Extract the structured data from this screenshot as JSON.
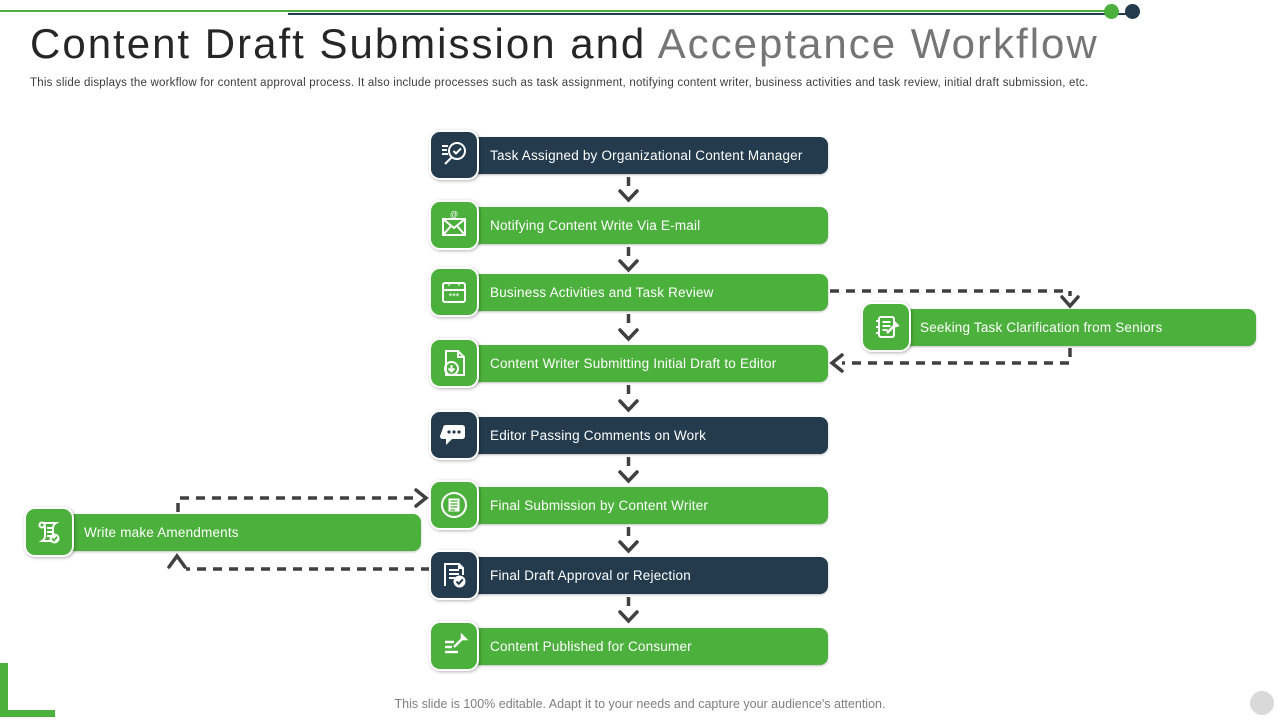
{
  "slide": {
    "title_primary": "Content Draft Submission and ",
    "title_secondary": "Acceptance Workflow",
    "subtitle": "This slide displays the workflow for content approval process. It also include processes such as task assignment, notifying content writer, business activities and task review, initial draft submission, etc.",
    "footer": "This slide is 100% editable. Adapt it to your needs and capture your audience's attention."
  },
  "colors": {
    "green": "#4CB13C",
    "navy": "#233B4D",
    "connector": "#404040",
    "title_primary": "#262626",
    "title_secondary": "#757575"
  },
  "flow": {
    "main": [
      {
        "label": "Task Assigned by Organizational Content Manager",
        "color": "navy",
        "icon": "task-search-icon"
      },
      {
        "label": "Notifying Content Write Via E-mail",
        "color": "green",
        "icon": "email-icon"
      },
      {
        "label": "Business Activities and Task Review",
        "color": "green",
        "icon": "calendar-icon"
      },
      {
        "label": "Content Writer Submitting Initial Draft to Editor",
        "color": "green",
        "icon": "document-download-icon"
      },
      {
        "label": "Editor Passing Comments on Work",
        "color": "navy",
        "icon": "comments-icon"
      },
      {
        "label": "Final Submission by Content Writer",
        "color": "green",
        "icon": "document-circle-icon"
      },
      {
        "label": "Final Draft Approval or Rejection",
        "color": "navy",
        "icon": "document-check-icon"
      },
      {
        "label": "Content Published for Consumer",
        "color": "green",
        "icon": "publish-edit-icon"
      }
    ],
    "side": [
      {
        "label": "Seeking Task Clarification from Seniors",
        "color": "green",
        "icon": "notepad-pencil-icon"
      },
      {
        "label": "Write make Amendments",
        "color": "green",
        "icon": "scroll-check-icon"
      }
    ]
  }
}
